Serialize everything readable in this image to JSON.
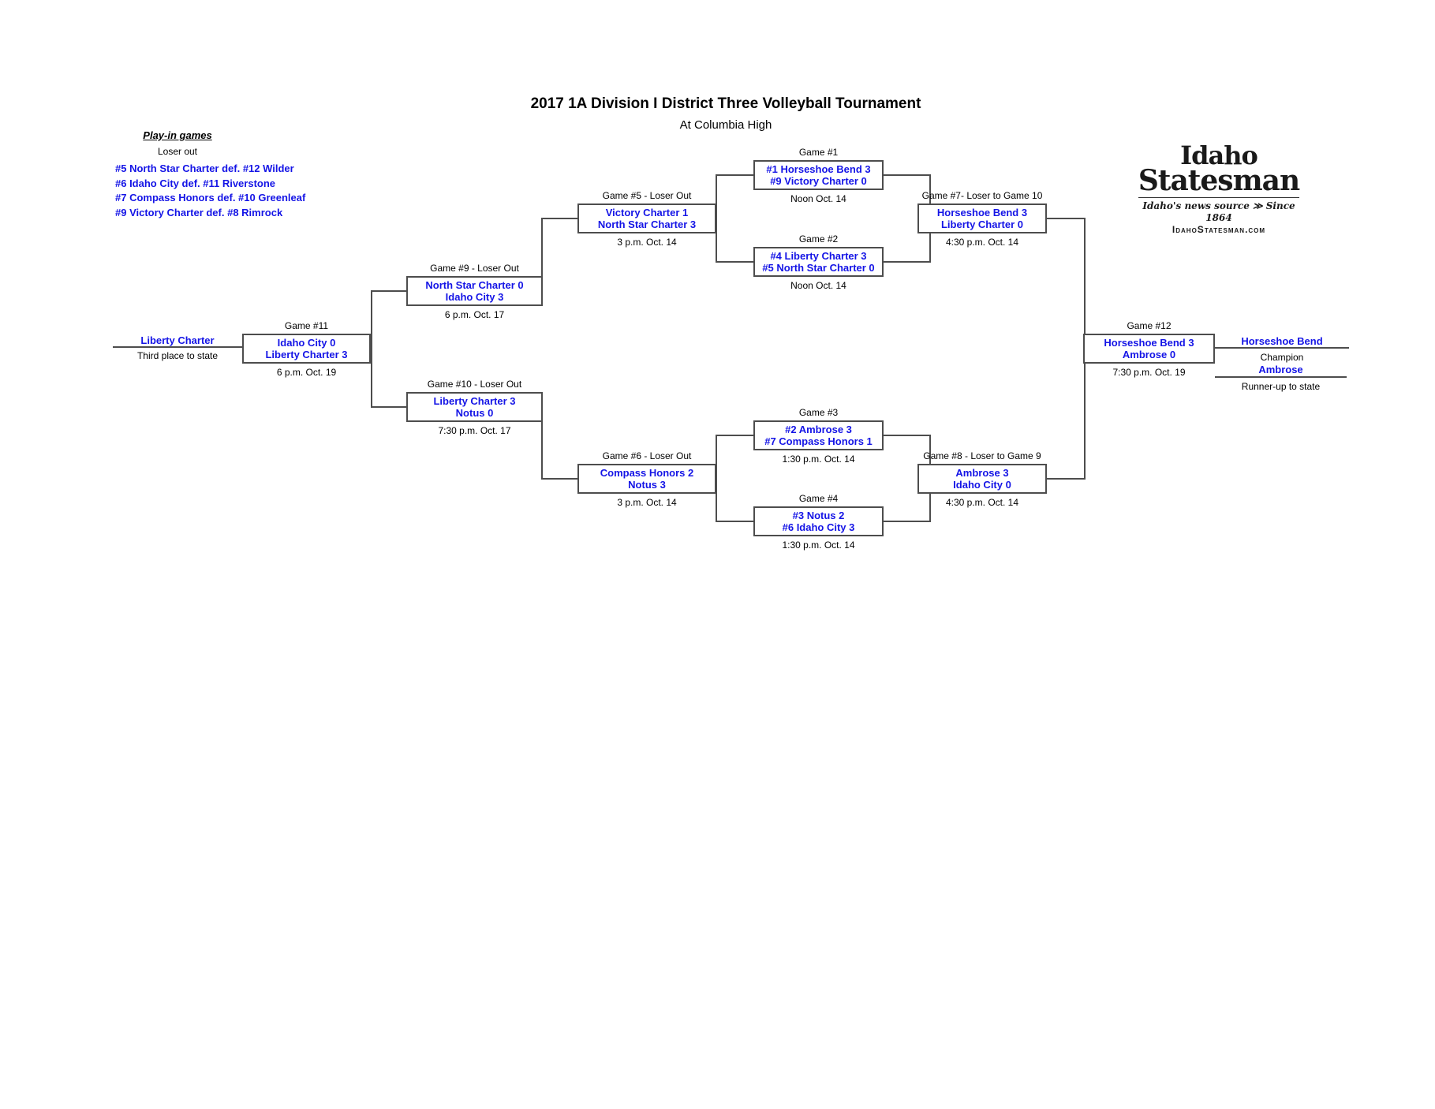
{
  "title": "2017 1A Division I District Three Volleyball Tournament",
  "subtitle": "At Columbia High",
  "playin": {
    "heading": "Play-in games",
    "subheading": "Loser out",
    "results": [
      "#5 North Star Charter def. #12 Wilder",
      "#6 Idaho City def. #11 Riverstone",
      "#7 Compass Honors def. #10 Greenleaf",
      "#9 Victory Charter def. #8 Rimrock"
    ]
  },
  "logo": {
    "line1": "Idaho",
    "line2": "Statesman",
    "tagline": "Idaho's news source ≫ Since 1864",
    "website": "IdahoStatesman.com"
  },
  "games": {
    "g1": {
      "label": "Game #1",
      "team1": "#1 Horseshoe Bend 3",
      "team2": "#9 Victory Charter 0",
      "time": "Noon Oct. 14"
    },
    "g2": {
      "label": "Game #2",
      "team1": "#4 Liberty Charter 3",
      "team2": "#5 North Star Charter 0",
      "time": "Noon Oct. 14"
    },
    "g3": {
      "label": "Game #3",
      "team1": "#2 Ambrose 3",
      "team2": "#7 Compass Honors 1",
      "time": "1:30 p.m. Oct. 14"
    },
    "g4": {
      "label": "Game #4",
      "team1": "#3 Notus 2",
      "team2": "#6 Idaho City 3",
      "time": "1:30 p.m. Oct. 14"
    },
    "g5": {
      "label": "Game #5 - Loser Out",
      "team1": "Victory Charter 1",
      "team2": "North Star Charter 3",
      "time": "3 p.m. Oct. 14"
    },
    "g6": {
      "label": "Game #6 - Loser Out",
      "team1": "Compass Honors 2",
      "team2": "Notus 3",
      "time": "3 p.m. Oct. 14"
    },
    "g7": {
      "label": "Game #7- Loser to Game 10",
      "team1": "Horseshoe Bend 3",
      "team2": "Liberty Charter 0",
      "time": "4:30 p.m. Oct. 14"
    },
    "g8": {
      "label": "Game #8 - Loser to Game 9",
      "team1": "Ambrose 3",
      "team2": "Idaho City 0",
      "time": "4:30 p.m. Oct. 14"
    },
    "g9": {
      "label": "Game #9 - Loser Out",
      "team1": "North Star Charter 0",
      "team2": "Idaho City 3",
      "time": "6 p.m. Oct. 17"
    },
    "g10": {
      "label": "Game #10 - Loser Out",
      "team1": "Liberty Charter 3",
      "team2": "Notus 0",
      "time": "7:30 p.m. Oct. 17"
    },
    "g11": {
      "label": "Game #11",
      "team1": "Idaho City 0",
      "team2": "Liberty Charter 3",
      "time": "6 p.m. Oct. 19"
    },
    "g12": {
      "label": "Game #12",
      "team1": "Horseshoe Bend 3",
      "team2": "Ambrose 0",
      "time": "7:30 p.m. Oct. 19"
    }
  },
  "results": {
    "third_place": {
      "team": "Liberty Charter",
      "caption": "Third place to state"
    },
    "champion": {
      "team": "Horseshoe Bend",
      "caption": "Champion"
    },
    "runner_up": {
      "team": "Ambrose",
      "caption": "Runner-up to state"
    }
  },
  "colors": {
    "team_blue": "#1414e6",
    "line_gray": "#4d4d4d"
  }
}
